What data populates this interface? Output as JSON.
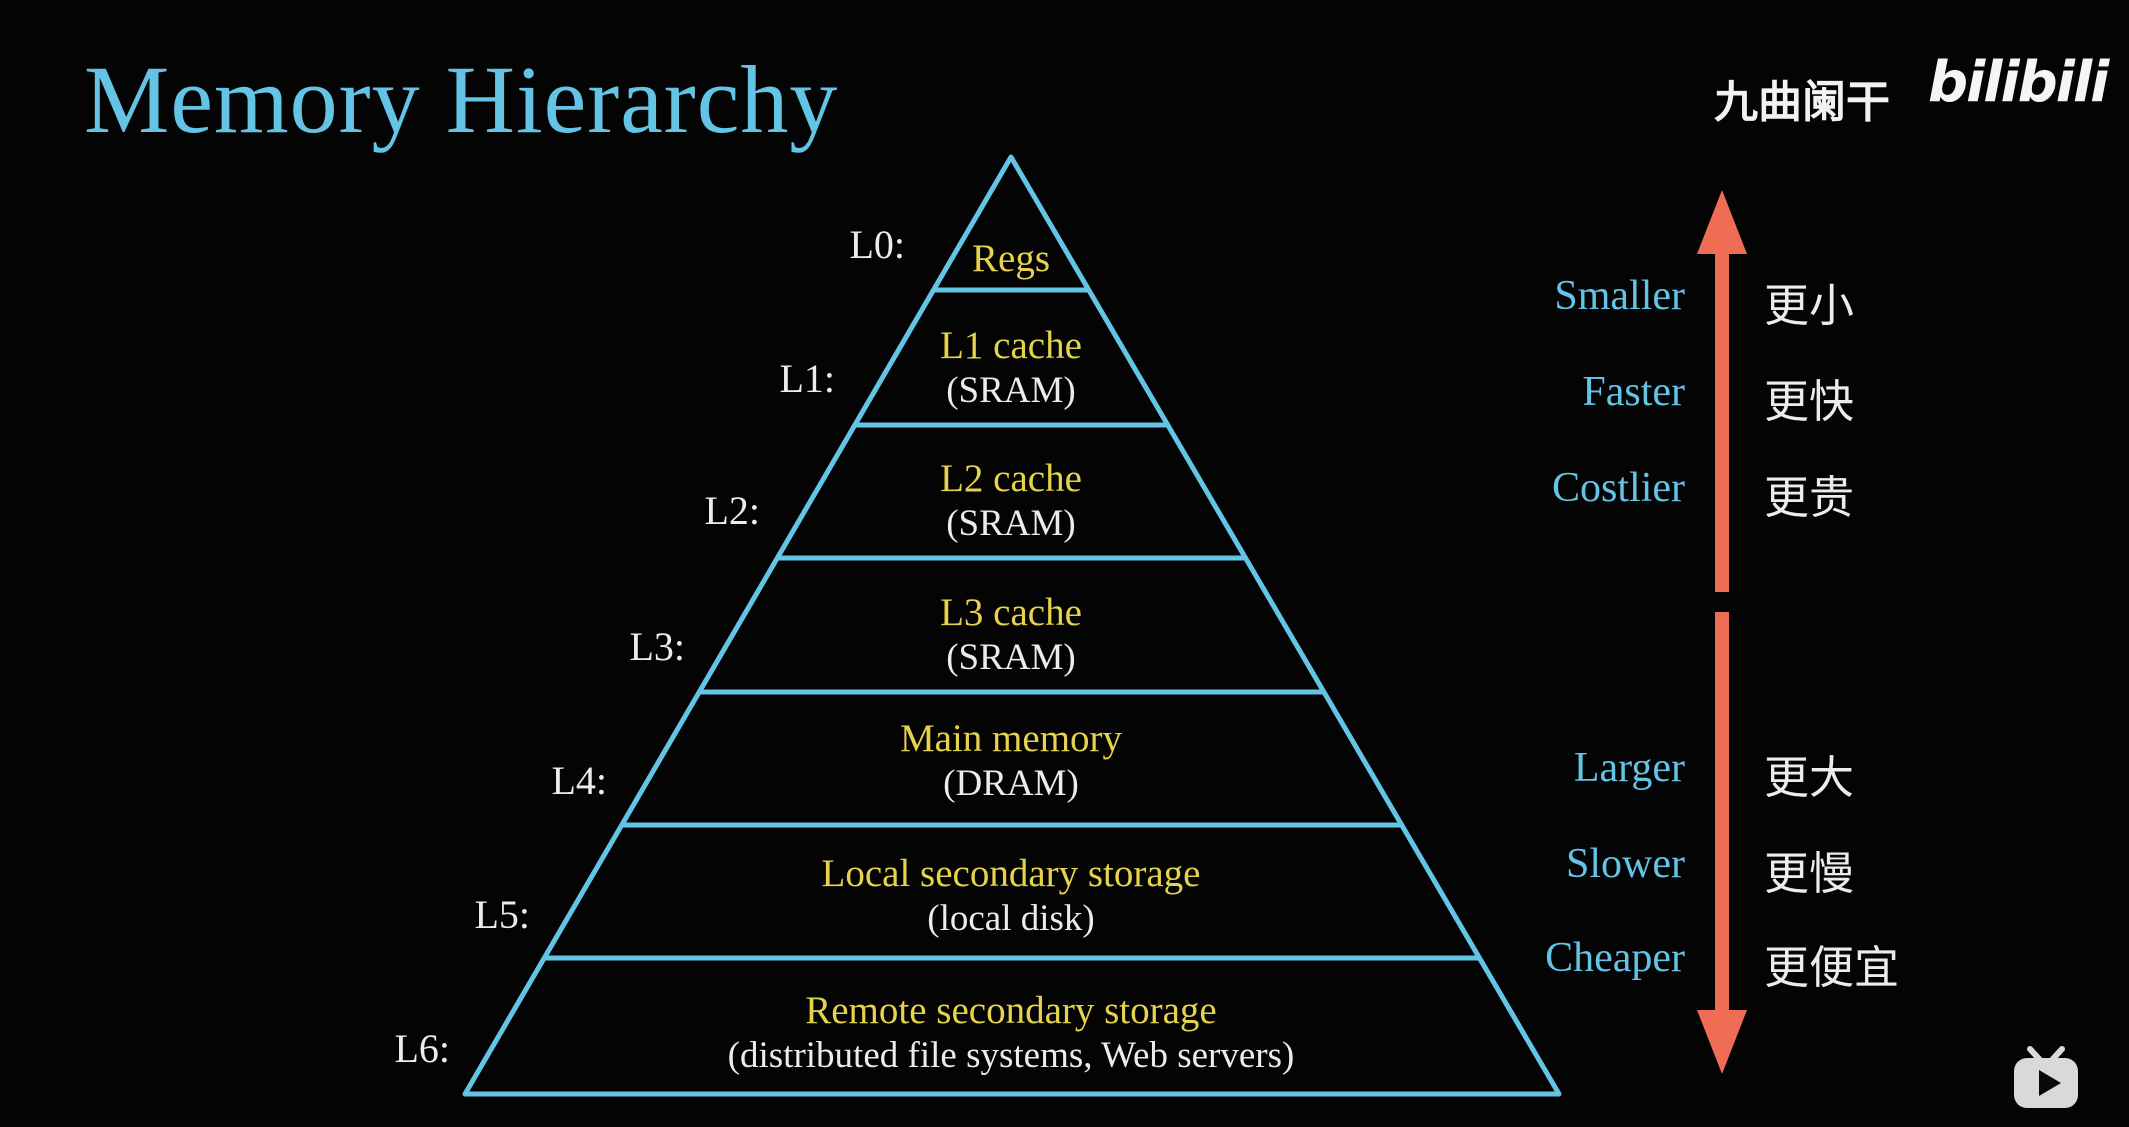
{
  "title": "Memory Hierarchy",
  "watermark": {
    "channel": "九曲阑干",
    "platform": "bilibili"
  },
  "icons": {
    "player": "bilibili-tv-play-icon"
  },
  "colors": {
    "background": "#040404",
    "accent_cyan": "#63c4e6",
    "level_yellow": "#e6d34c",
    "text_white": "#ececec",
    "arrow_salmon": "#ef6d55"
  },
  "pyramid": {
    "levels": [
      {
        "id": "L0:",
        "name": "Regs",
        "detail": ""
      },
      {
        "id": "L1:",
        "name": "L1 cache",
        "detail": "(SRAM)"
      },
      {
        "id": "L2:",
        "name": "L2 cache",
        "detail": "(SRAM)"
      },
      {
        "id": "L3:",
        "name": "L3 cache",
        "detail": "(SRAM)"
      },
      {
        "id": "L4:",
        "name": "Main memory",
        "detail": "(DRAM)"
      },
      {
        "id": "L5:",
        "name": "Local secondary storage",
        "detail": "(local disk)"
      },
      {
        "id": "L6:",
        "name": "Remote secondary storage",
        "detail": "(distributed file systems, Web servers)"
      }
    ]
  },
  "legend": {
    "up": [
      {
        "en": "Smaller",
        "zh": "更小"
      },
      {
        "en": "Faster",
        "zh": "更快"
      },
      {
        "en": "Costlier",
        "zh": "更贵"
      }
    ],
    "down": [
      {
        "en": "Larger",
        "zh": "更大"
      },
      {
        "en": "Slower",
        "zh": "更慢"
      },
      {
        "en": "Cheaper",
        "zh": "更便宜"
      }
    ]
  }
}
